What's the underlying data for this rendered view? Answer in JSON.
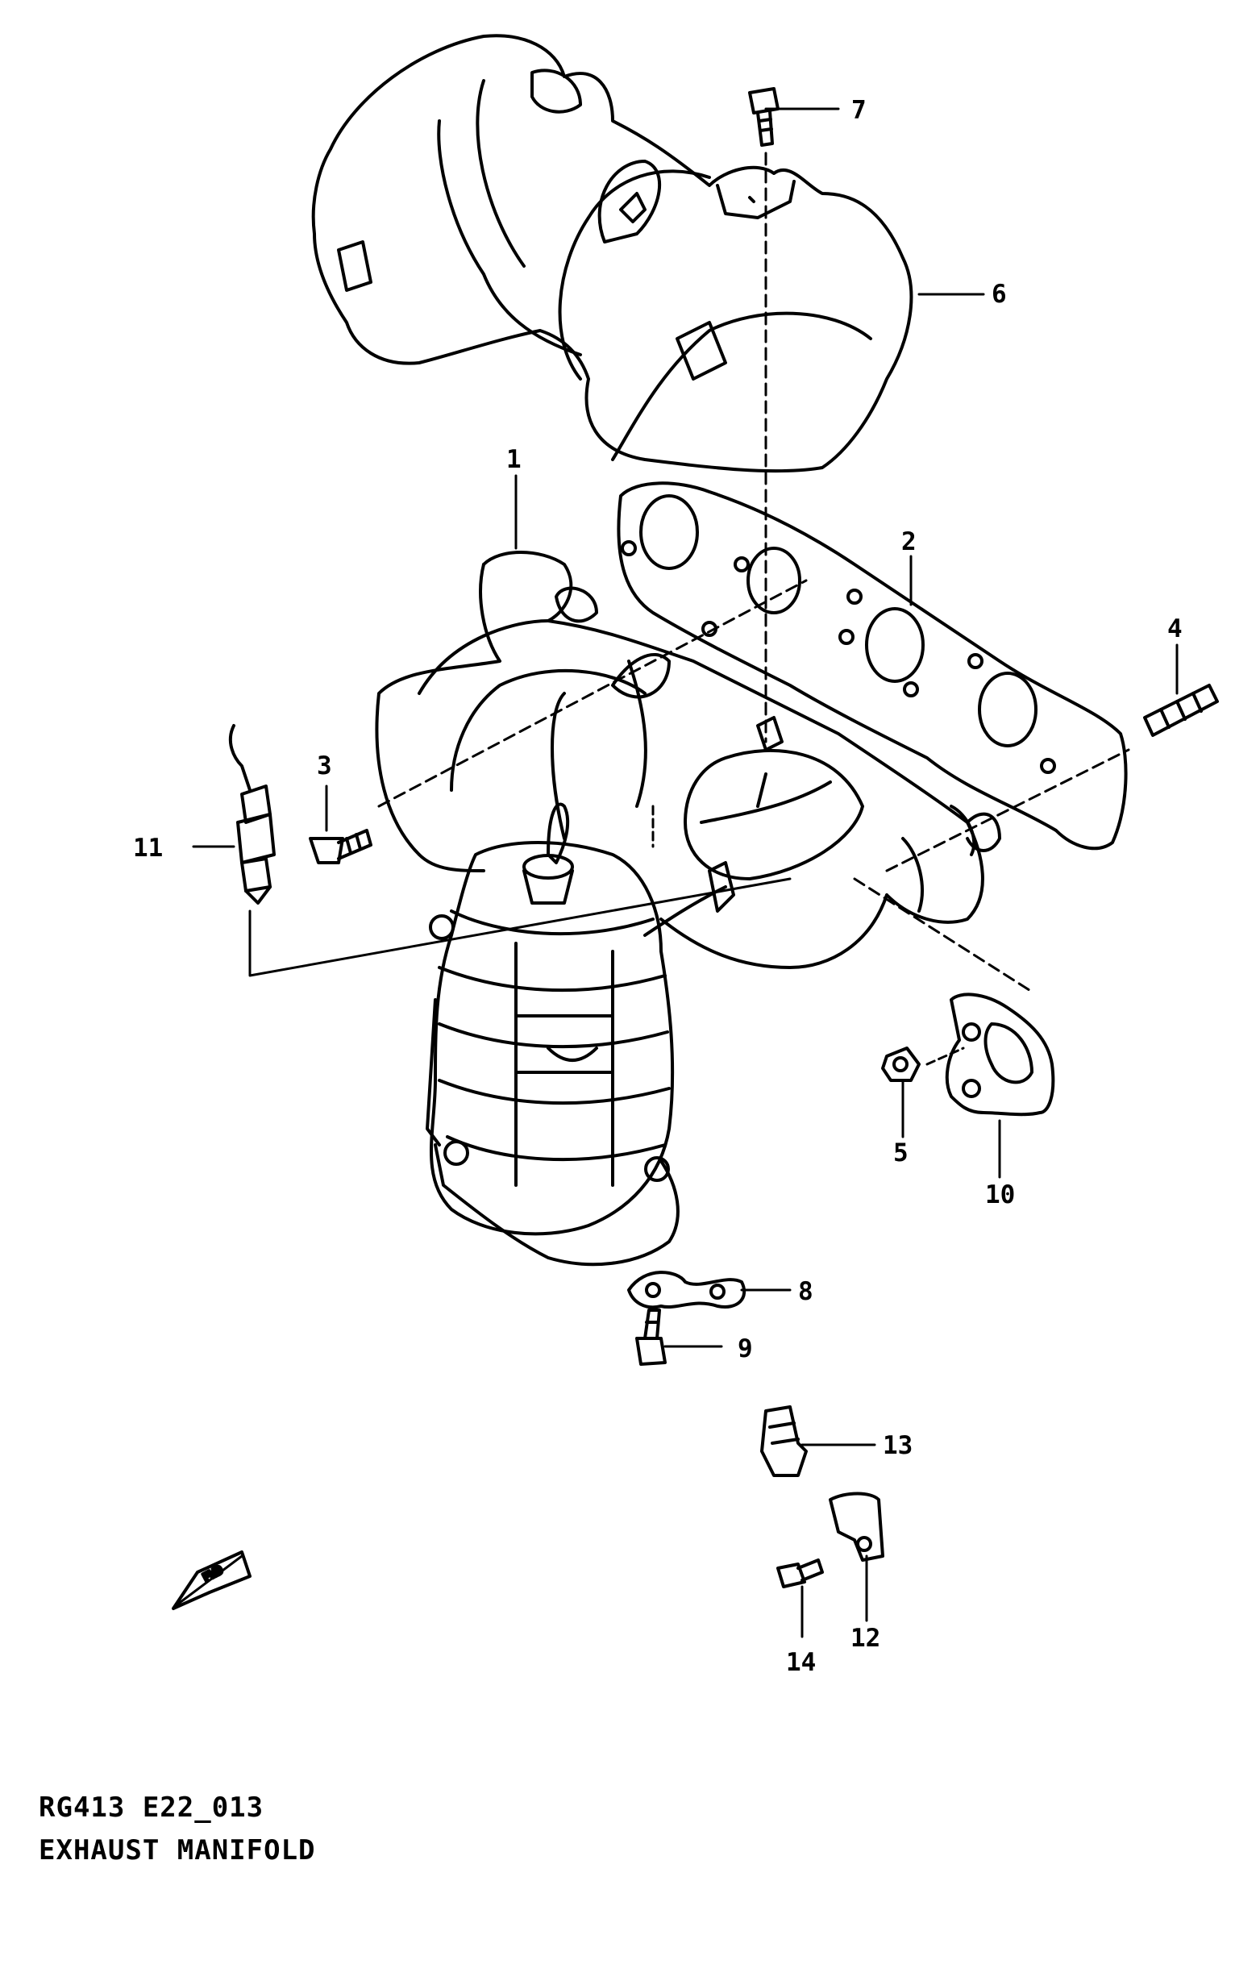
{
  "callouts": [
    {
      "id": "1",
      "label": "1"
    },
    {
      "id": "2",
      "label": "2"
    },
    {
      "id": "3",
      "label": "3"
    },
    {
      "id": "4",
      "label": "4"
    },
    {
      "id": "5",
      "label": "5"
    },
    {
      "id": "6",
      "label": "6"
    },
    {
      "id": "7",
      "label": "7"
    },
    {
      "id": "8",
      "label": "8"
    },
    {
      "id": "9",
      "label": "9"
    },
    {
      "id": "10",
      "label": "10"
    },
    {
      "id": "11",
      "label": "11"
    },
    {
      "id": "12",
      "label": "12"
    },
    {
      "id": "13",
      "label": "13"
    },
    {
      "id": "14",
      "label": "14"
    }
  ],
  "fwd_marker": "FWD",
  "caption": {
    "code": "RG413 E22_013",
    "title": "EXHAUST MANIFOLD"
  }
}
